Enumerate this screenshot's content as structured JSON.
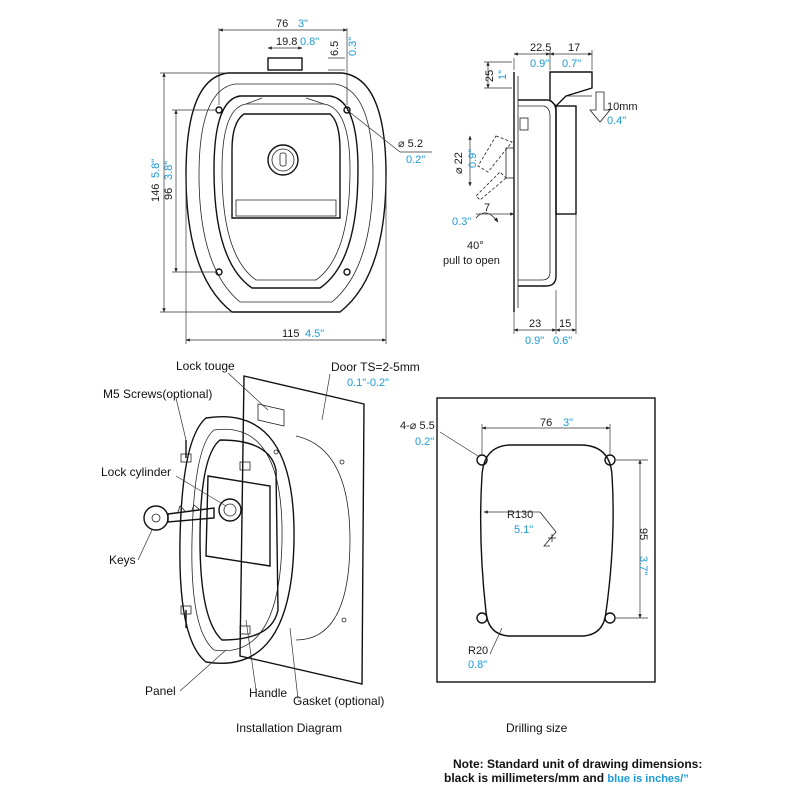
{
  "front_view": {
    "width_top_mm": "76",
    "width_top_in": "3\"",
    "tongue_mm": "19.8",
    "tongue_in": "0.8\"",
    "offset_mm": "6.5",
    "offset_in": "0.3\"",
    "hole_mm": "⌀ 5.2",
    "hole_in": "0.2\"",
    "height_mm": "146",
    "height_in": "5.8\"",
    "inner_height_mm": "96",
    "inner_height_in": "3.8\"",
    "width_mm": "115",
    "width_in": "4.5\""
  },
  "side_view": {
    "top_a_mm": "22.5",
    "top_a_in": "0.9\"",
    "top_b_mm": "17",
    "top_b_in": "0.7\"",
    "tongue_h_mm": "25",
    "tongue_h_in": "1\"",
    "travel_mm": "10mm",
    "travel_in": "0.4\"",
    "handle_dia_mm": "⌀ 22",
    "handle_dia_in": "0.9\"",
    "handle_off_mm": "7",
    "handle_off_in": "0.3\"",
    "angle": "40°",
    "pull_text": "pull to open",
    "depth_a_mm": "23",
    "depth_a_in": "0.9\"",
    "depth_b_mm": "15",
    "depth_b_in": "0.6\""
  },
  "installation": {
    "lock_tongue": "Lock touge",
    "door": "Door TS=2-5mm",
    "door_in": "0.1\"-0.2\"",
    "screws": "M5 Screws(optional)",
    "cylinder": "Lock cylinder",
    "keys": "Keys",
    "panel": "Panel",
    "handle": "Handle",
    "gasket": "Gasket (optional)",
    "caption": "Installation Diagram"
  },
  "drilling": {
    "holes_mm": "4-⌀ 5.5",
    "holes_in": "0.2\"",
    "width_mm": "76",
    "width_in": "3\"",
    "radius_mm": "R130",
    "radius_in": "5.1\"",
    "height_mm": "95",
    "height_in": "3.7\"",
    "corner_mm": "R20",
    "corner_in": "0.8\"",
    "caption": "Drilling size"
  },
  "note": {
    "line1": "Note: Standard unit of drawing dimensions:",
    "line2_black": "black is millimeters/mm and ",
    "line2_blue": "blue is inches/”"
  }
}
